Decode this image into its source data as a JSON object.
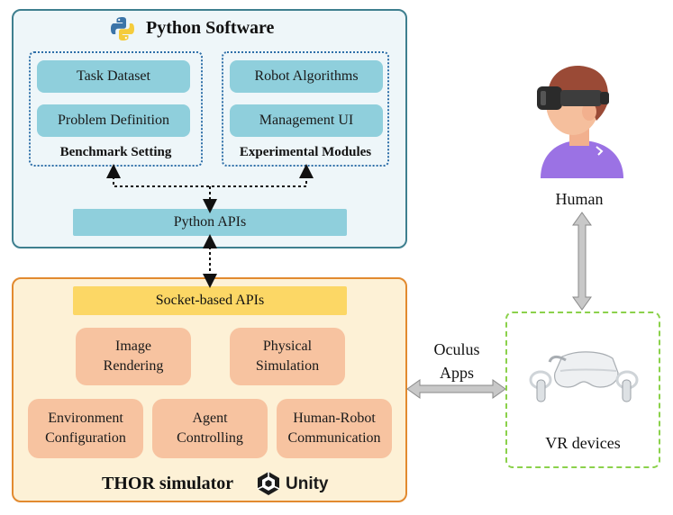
{
  "python_software": {
    "title": "Python Software",
    "benchmark_setting": {
      "label": "Benchmark Setting",
      "items": [
        "Task Dataset",
        "Problem Definition"
      ]
    },
    "experimental_modules": {
      "label": "Experimental Modules",
      "items": [
        "Robot Algorithms",
        "Management UI"
      ]
    },
    "apis": "Python APIs"
  },
  "thor_simulator": {
    "title": "THOR simulator",
    "logo_text": "Unity",
    "socket_apis": "Socket-based APIs",
    "modules_row1": [
      {
        "line1": "Image",
        "line2": "Rendering"
      },
      {
        "line1": "Physical",
        "line2": "Simulation"
      }
    ],
    "modules_row2": [
      {
        "line1": "Environment",
        "line2": "Configuration"
      },
      {
        "line1": "Agent",
        "line2": "Controlling"
      },
      {
        "line1": "Human-Robot",
        "line2": "Communication"
      }
    ]
  },
  "link_label": {
    "line1": "Oculus",
    "line2": "Apps"
  },
  "human_label": "Human",
  "vr_label": "VR devices",
  "colors": {
    "python_panel_border": "#3e7f8f",
    "python_panel_fill": "#eef6f9",
    "teal_box": "#8fcfdc",
    "dotted_group_border": "#2e6fa8",
    "thor_panel_border": "#e28a2f",
    "thor_panel_fill": "#fdf1d6",
    "socket_bar": "#fcd765",
    "module_box": "#f7c3a0",
    "vr_border": "#8bd14b",
    "arrow_gray": "#c8c8c8"
  }
}
